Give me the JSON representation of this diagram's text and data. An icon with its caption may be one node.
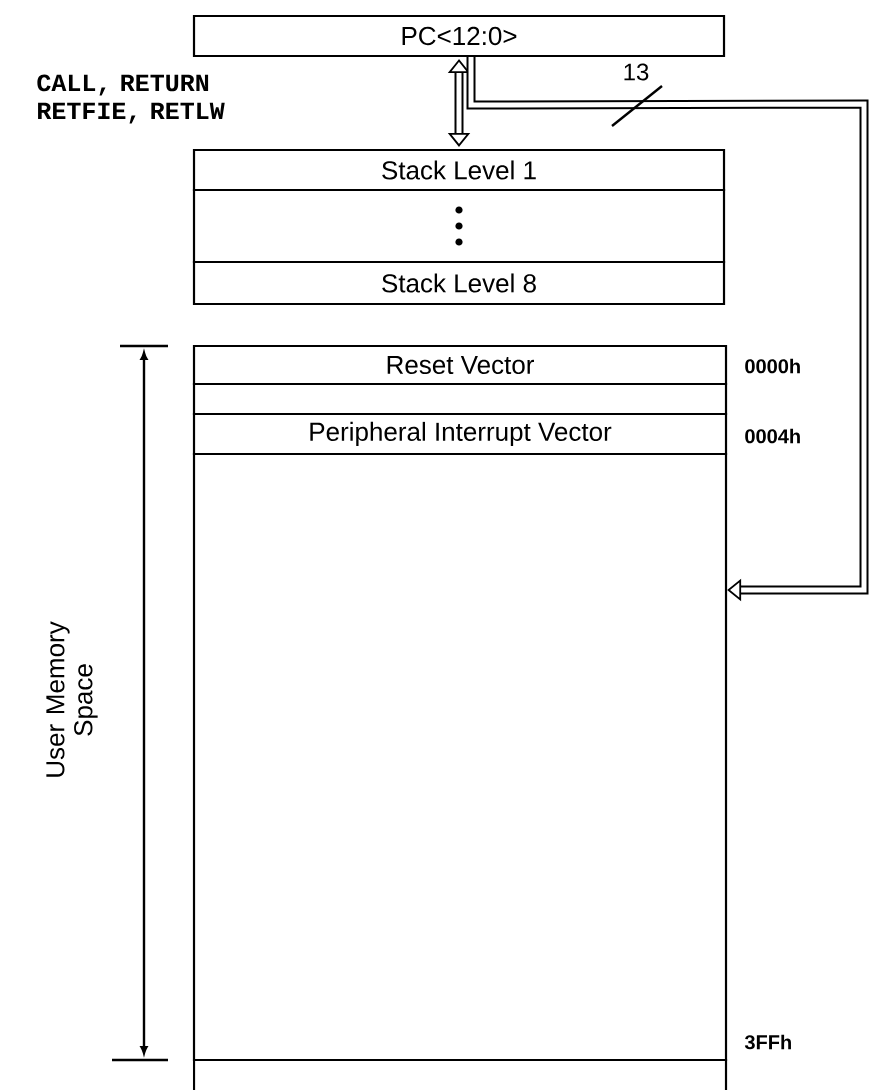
{
  "diagram": {
    "nodes": [
      {
        "text": [
          "PC<12:0>"
        ]
      },
      {
        "text": [
          "Stack Level 1"
        ]
      },
      {
        "text": [],
        "shape": "box"
      },
      {
        "text": [
          "Stack Level 8"
        ]
      },
      {
        "text": [
          "Reset Vector"
        ],
        "beside": [
          "0000h"
        ]
      },
      {
        "text": [],
        "shape": "box"
      },
      {
        "text": [
          "Peripheral Interrupt Vector"
        ],
        "beside": [
          "0004h"
        ]
      },
      {
        "text": [],
        "shape": "box",
        "beside": [
          "3FFh"
        ]
      },
      {
        "text": [],
        "shape": "box"
      }
    ],
    "edges": [
      {
        "from": 0,
        "to": 1,
        "arrow": "both"
      },
      {
        "from": 0,
        "to": 7,
        "arrow": "to",
        "label": "13"
      }
    ],
    "labels": [
      "CALL, RETURN RETFIE, RETLW",
      "User Memory Space"
    ]
  }
}
